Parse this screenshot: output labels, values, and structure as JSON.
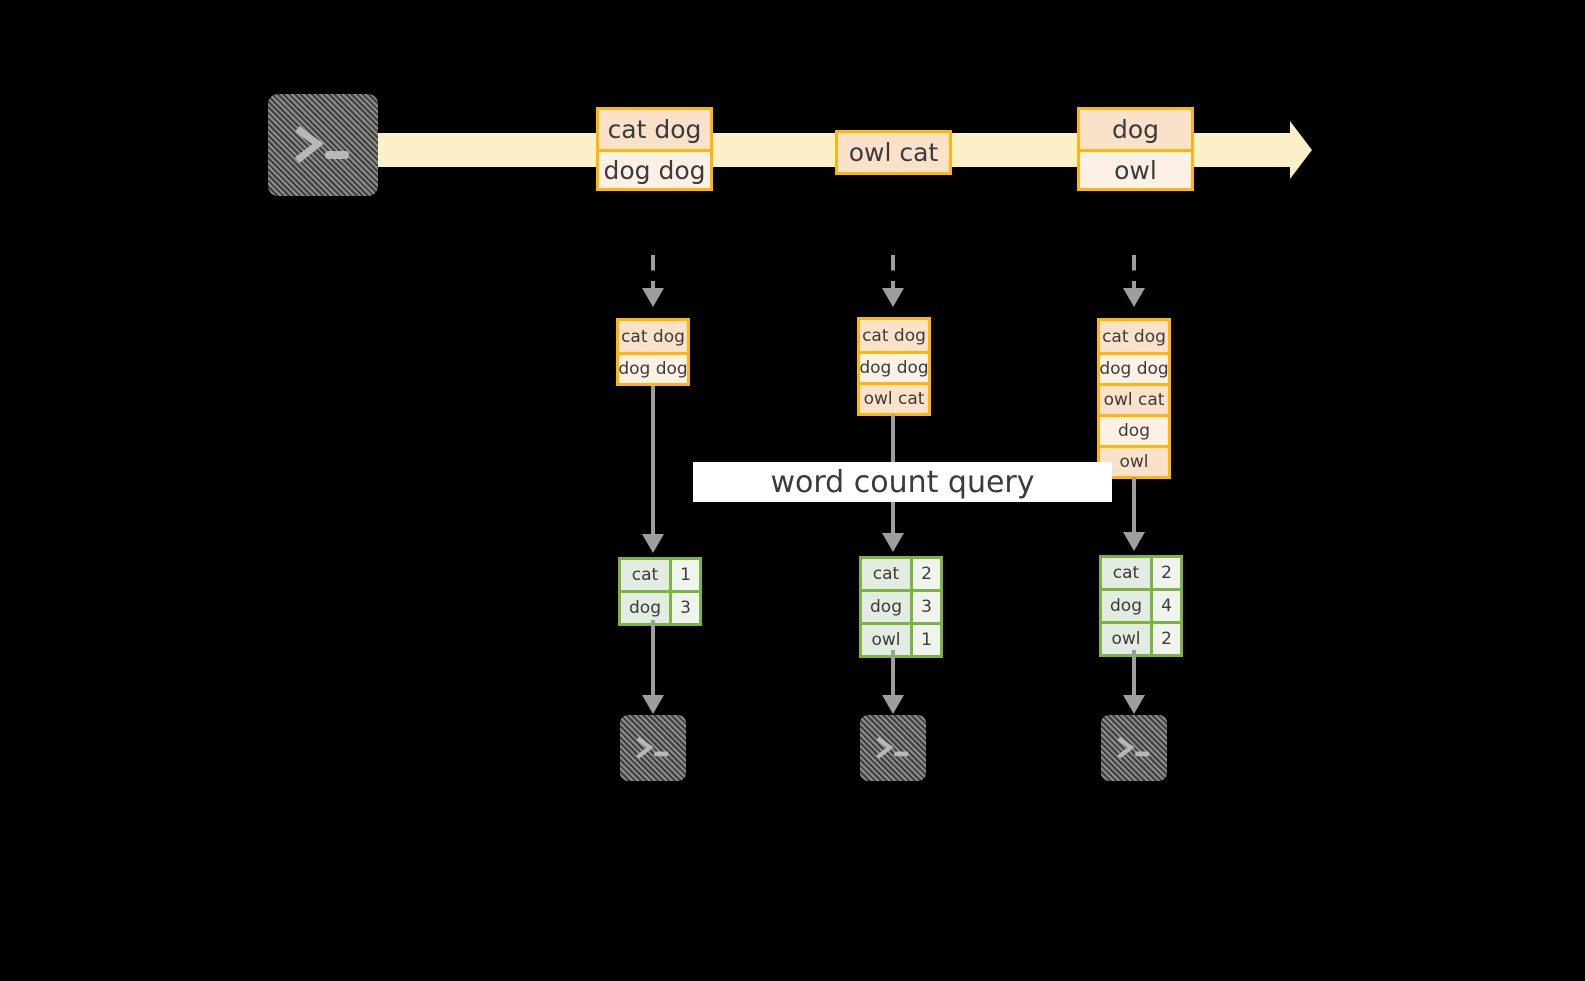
{
  "diagram": {
    "source": {
      "icon": "terminal-icon",
      "prompt_glyph": ">_"
    },
    "stream": {
      "records": [
        {
          "lines": [
            "cat dog",
            "dog dog"
          ]
        },
        {
          "lines": [
            "owl cat"
          ]
        },
        {
          "lines": [
            "dog",
            "owl"
          ]
        }
      ]
    },
    "query": {
      "label": "word count query"
    },
    "columns": [
      {
        "snapshot": [
          "cat dog",
          "dog dog"
        ],
        "result": {
          "rows": [
            {
              "word": "cat",
              "count": "1"
            },
            {
              "word": "dog",
              "count": "3"
            }
          ]
        },
        "sink": {
          "icon": "terminal-icon",
          "prompt_glyph": ">_"
        }
      },
      {
        "snapshot": [
          "cat dog",
          "dog dog",
          "owl cat"
        ],
        "result": {
          "rows": [
            {
              "word": "cat",
              "count": "2"
            },
            {
              "word": "dog",
              "count": "3"
            },
            {
              "word": "owl",
              "count": "1"
            }
          ]
        },
        "sink": {
          "icon": "terminal-icon",
          "prompt_glyph": ">_"
        }
      },
      {
        "snapshot": [
          "cat dog",
          "dog dog",
          "owl cat",
          "dog",
          "owl"
        ],
        "result": {
          "rows": [
            {
              "word": "cat",
              "count": "2"
            },
            {
              "word": "dog",
              "count": "4"
            },
            {
              "word": "owl",
              "count": "2"
            }
          ]
        },
        "sink": {
          "icon": "terminal-icon",
          "prompt_glyph": ">_"
        }
      }
    ],
    "colors": {
      "background": "#000000",
      "stream_band": "#fcf0c9",
      "record_border": "#ffb60a",
      "record_cell_dark": "#fae1c9",
      "record_cell_light": "#fdf1e6",
      "result_border": "#7cb342",
      "result_key_cell": "#e3ece0",
      "result_value_cell": "#eff5ec",
      "connector": "#9e9e9e",
      "terminal_body": "#7a7a7a",
      "query_band": "#ffffff",
      "text": "#3b3b3b"
    }
  }
}
